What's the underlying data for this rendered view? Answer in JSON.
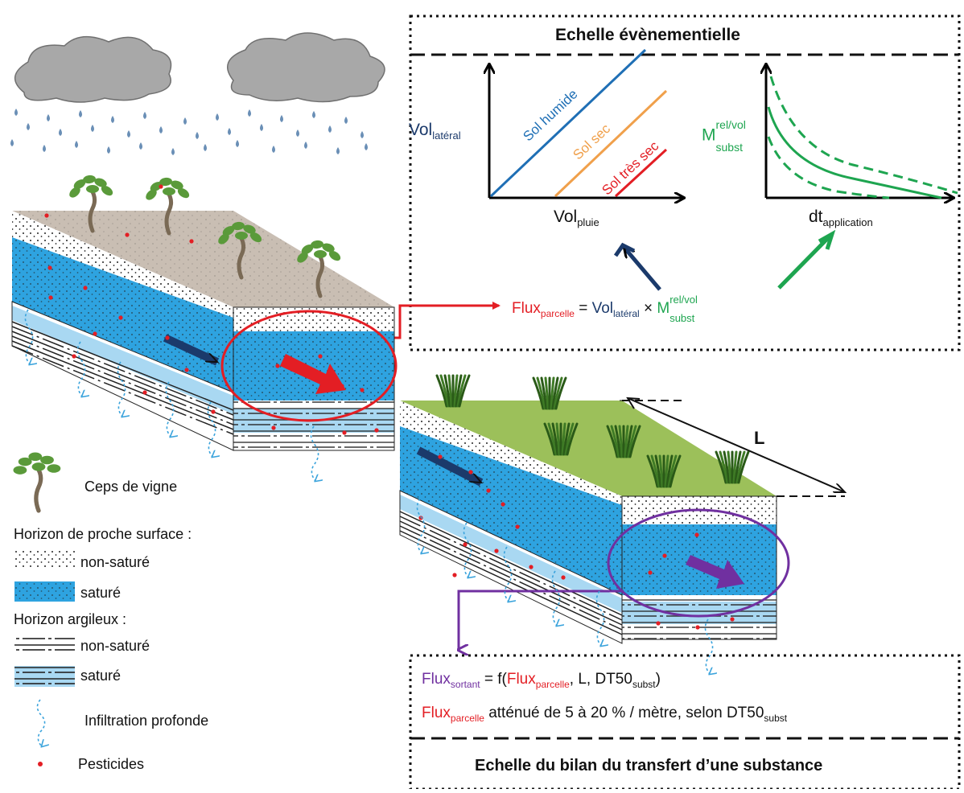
{
  "event_box": {
    "title": "Echelle évènementielle",
    "left_chart": {
      "y_label_main": "Vol",
      "y_label_sub": "latéral",
      "x_label_main": "Vol",
      "x_label_sub": "pluie",
      "lines": [
        {
          "label": "Sol humide",
          "color": "#1f6fb5"
        },
        {
          "label": "Sol sec",
          "color": "#f0a04b"
        },
        {
          "label": "Sol très sec",
          "color": "#e31e24"
        }
      ]
    },
    "right_chart": {
      "y_label_main": "M",
      "y_label_sub": "subst",
      "y_label_sup": "rel/vol",
      "x_label_main": "dt",
      "x_label_sub": "application",
      "color": "#1ea550"
    },
    "formula": {
      "lhs_main": "Flux",
      "lhs_sub": "parcelle",
      "eq": " = ",
      "term1_main": "Vol",
      "term1_sub": "latéral",
      "times": " × ",
      "term2_main": "M",
      "term2_sub": "subst",
      "term2_sup": "rel/vol"
    }
  },
  "balance_box": {
    "title": "Echelle du bilan du transfert d’une substance",
    "line1": {
      "lhs_main": "Flux",
      "lhs_sub": "sortant",
      "eq": " = f(",
      "arg1_main": "Flux",
      "arg1_sub": "parcelle",
      "mid": ", L, DT50",
      "mid_sub": "subst",
      "close": ")"
    },
    "line2": {
      "lhs_main": "Flux",
      "lhs_sub": "parcelle",
      "text": " atténué de 5 à 20 % / mètre, selon DT50",
      "text_sub": "subst"
    }
  },
  "strip_length_label": "L",
  "legend": {
    "vine": "Ceps de vigne",
    "near_surface_title": "Horizon de proche surface :",
    "near_unsat": "non-saturé",
    "near_sat": "saturé",
    "clay_title": "Horizon argileux :",
    "clay_unsat": "non-saturé",
    "clay_sat": "saturé",
    "infiltration": "Infiltration profonde",
    "pesticides": "Pesticides"
  },
  "colors": {
    "flux_parcelle": "#e31e24",
    "vol": "#1b3a6b",
    "mass": "#1ea550",
    "flux_sortant": "#7030a0",
    "saturated": "#2ea3e0",
    "clay_saturated": "#a9d8f2",
    "soil_top": "#c9beb3",
    "grass_top": "#9cc05a",
    "cloud": "#a7a7a7",
    "rain": "#6a8fb6"
  }
}
